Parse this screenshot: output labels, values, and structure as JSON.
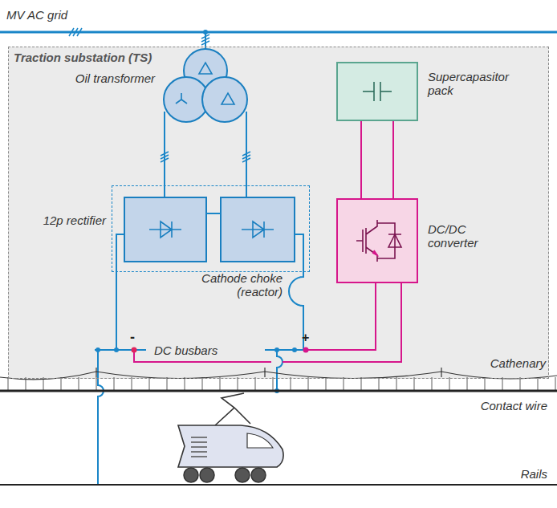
{
  "diagram": {
    "nodes": [
      {
        "text": [
          "Traction substation (TS)"
        ]
      },
      {
        "text": [
          "Oil transformer"
        ],
        "in": 0
      },
      {
        "text": [
          "12p rectifier"
        ],
        "in": 0
      },
      {
        "text": [
          "Supercapasitor pack"
        ],
        "in": 0
      },
      {
        "text": [
          "DC/DC converter"
        ],
        "in": 0
      }
    ],
    "edges": [
      {
        "from": 1,
        "to": 2,
        "arrow": "none"
      },
      {
        "from": 3,
        "to": 4,
        "arrow": "none"
      }
    ],
    "labels": [
      "MV AC grid",
      "Cathode choke (reactor)",
      "DC busbars",
      "-",
      "+",
      "Cathenary",
      "Contact wire",
      "Rails"
    ]
  }
}
